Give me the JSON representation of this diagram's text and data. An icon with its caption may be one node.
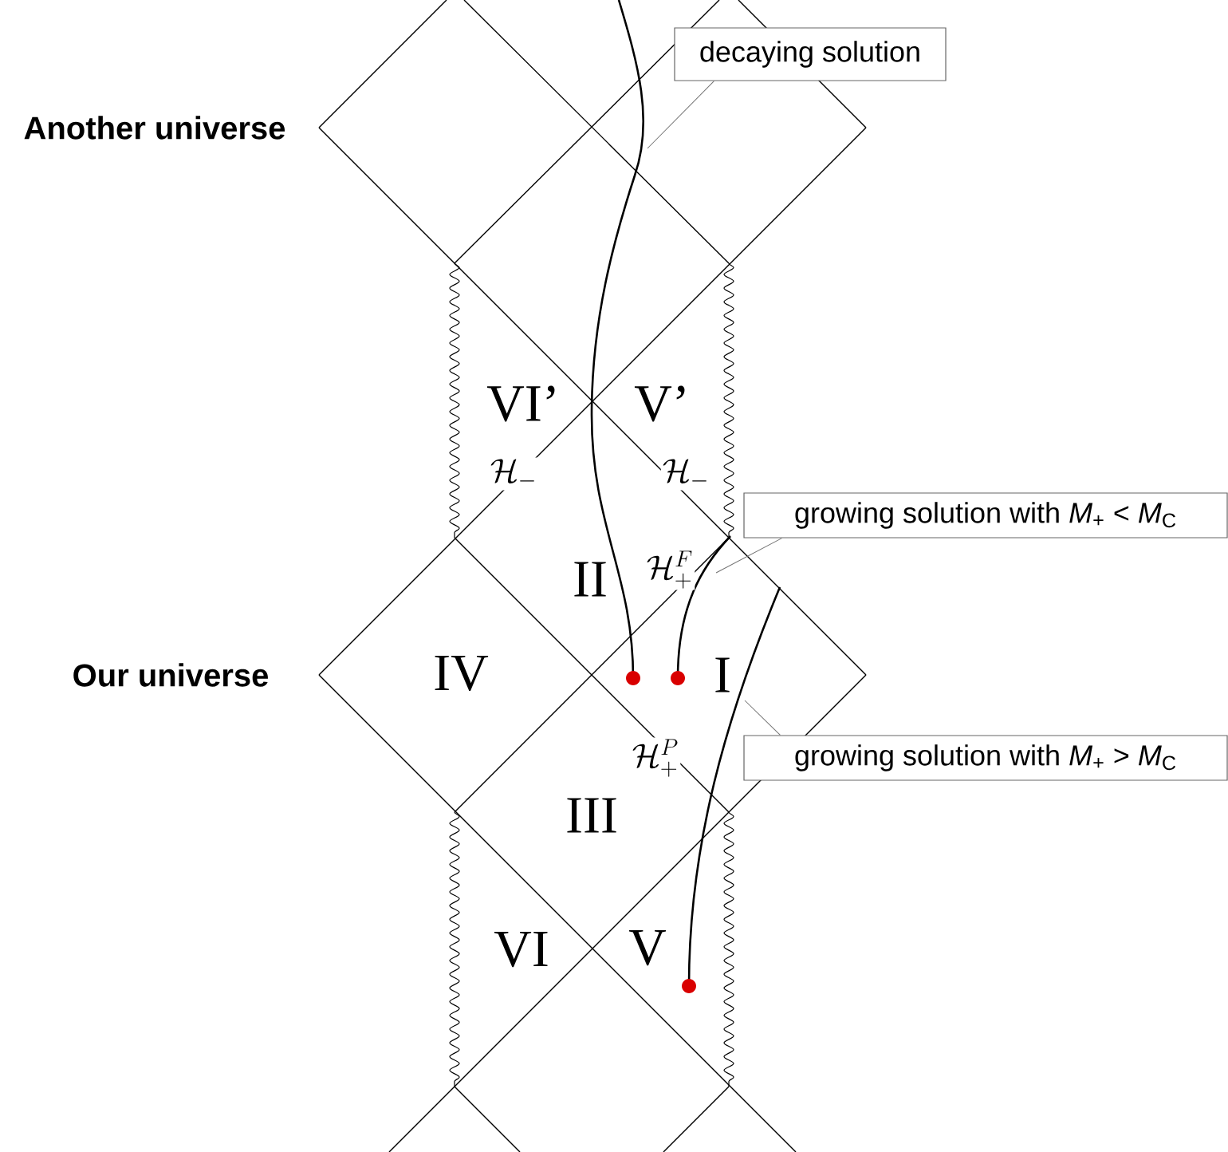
{
  "diagram": {
    "nodes": [
      {
        "text": [
          "decaying solution"
        ]
      },
      {
        "text": [
          "growing solution with *M*$_{+}$ < *M*$_{C}$"
        ]
      },
      {
        "text": [
          "growing solution with *M*$_{+}$ > *M*$_{C}$"
        ]
      }
    ],
    "edges": [
      {
        "from": 0,
        "to": null,
        "arrow": "none"
      },
      {
        "from": 1,
        "to": null,
        "arrow": "none"
      },
      {
        "from": 2,
        "to": null,
        "arrow": "none"
      }
    ],
    "labels": [
      "Another universe",
      "VI’",
      "V’",
      "\\mathcal{H}_-",
      "\\mathcal{H}_-",
      "II",
      "\\mathcal{H}_+^F",
      "Our universe",
      "IV",
      "I",
      "\\mathcal{H}_+^P",
      "III",
      "VI",
      "V"
    ]
  }
}
